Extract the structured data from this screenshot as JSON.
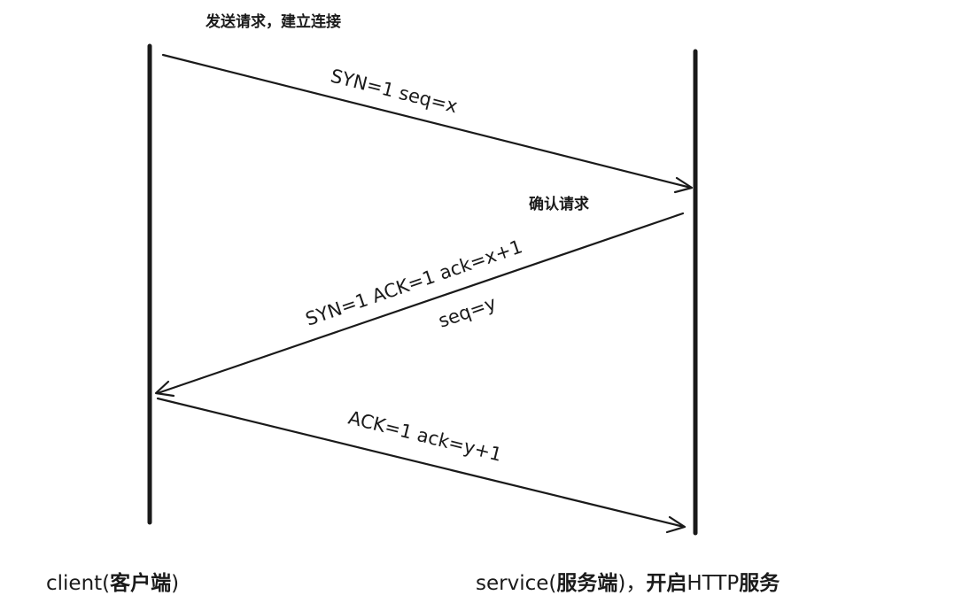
{
  "notes": {
    "send_request": "发送请求，建立连接",
    "confirm_request": "确认请求"
  },
  "messages": {
    "syn": "SYN=1 seq=x",
    "syn_ack_line1": "SYN=1 ACK=1 ack=x+1",
    "syn_ack_line2": "seq=y",
    "ack": "ACK=1 ack=y+1"
  },
  "client_label": {
    "prefix": "client(",
    "name": "客户端",
    "suffix": ")"
  },
  "server_label": {
    "prefix": "service(",
    "name": "服务端",
    "suffix": ")，",
    "action": "开启",
    "protocol": "HTTP",
    "service": "服务"
  },
  "colors": {
    "ink": "#1a1a1a",
    "background": "#ffffff"
  }
}
